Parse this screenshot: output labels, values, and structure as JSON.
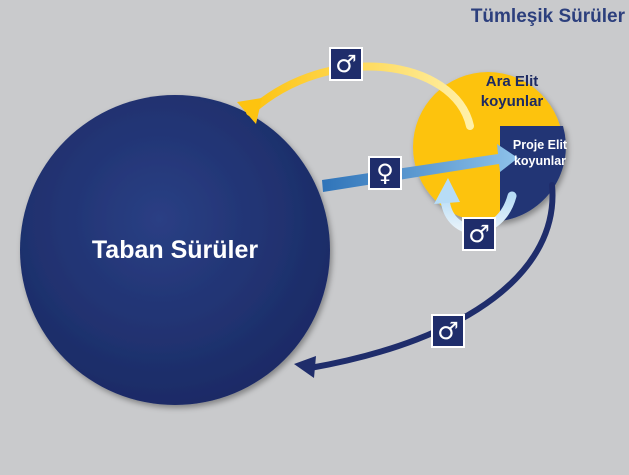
{
  "title": "Tümleşik Sürüler",
  "base_flock": {
    "label": "Taban Sürüler",
    "color": "#213574"
  },
  "ara_elite": {
    "line1": "Ara Elit",
    "line2": "koyunlar",
    "color": "#fdc30f"
  },
  "proje_elite": {
    "line1": "Proje Elit",
    "line2": "koyunlar",
    "color": "#213574"
  },
  "symbols": {
    "top_male": "♂",
    "female": "♀",
    "loop_male": "♂",
    "return_male": "♂"
  }
}
